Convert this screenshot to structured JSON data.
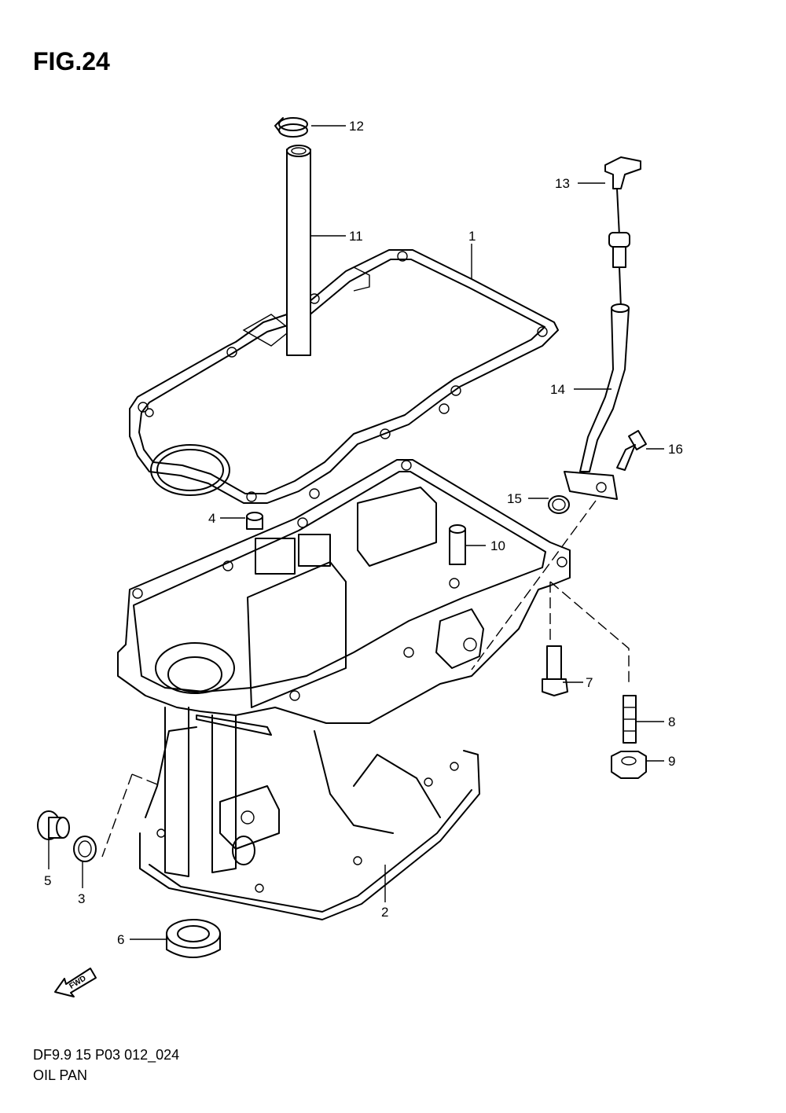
{
  "figure": {
    "title": "FIG.24",
    "model_code": "DF9.9 15 P03 012_024",
    "section_name": "OIL PAN",
    "fwd_label": "FWD"
  },
  "callouts": [
    {
      "id": "callout-1",
      "label": "1"
    },
    {
      "id": "callout-2",
      "label": "2"
    },
    {
      "id": "callout-3",
      "label": "3"
    },
    {
      "id": "callout-4",
      "label": "4"
    },
    {
      "id": "callout-5",
      "label": "5"
    },
    {
      "id": "callout-6",
      "label": "6"
    },
    {
      "id": "callout-7",
      "label": "7"
    },
    {
      "id": "callout-8",
      "label": "8"
    },
    {
      "id": "callout-9",
      "label": "9"
    },
    {
      "id": "callout-10",
      "label": "10"
    },
    {
      "id": "callout-11",
      "label": "11"
    },
    {
      "id": "callout-12",
      "label": "12"
    },
    {
      "id": "callout-13",
      "label": "13"
    },
    {
      "id": "callout-14",
      "label": "14"
    },
    {
      "id": "callout-15",
      "label": "15"
    },
    {
      "id": "callout-16",
      "label": "16"
    }
  ]
}
